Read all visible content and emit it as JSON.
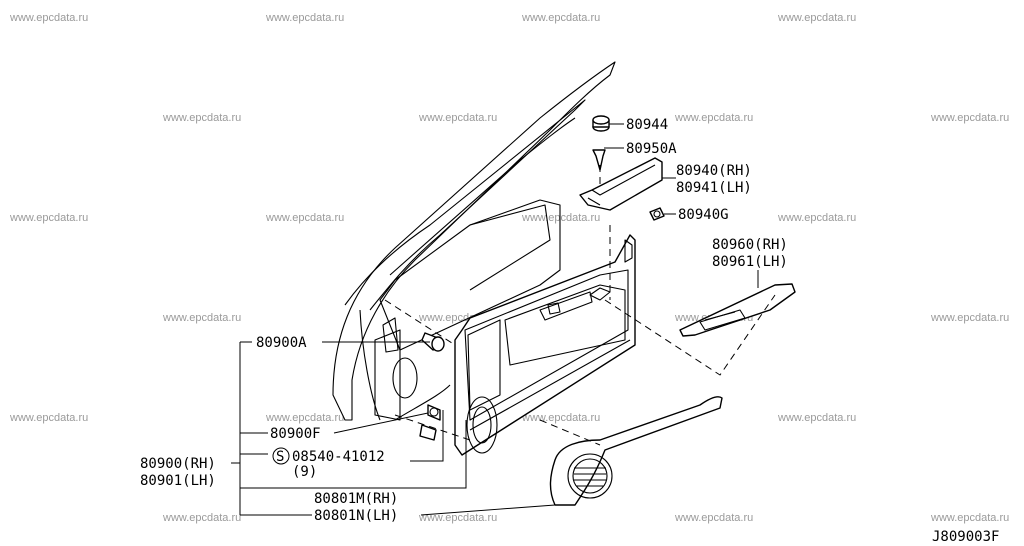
{
  "watermark": "www.epcdata.ru",
  "labels": {
    "p80944": "80944",
    "p80950a": "80950A",
    "p80940_rh": "80940(RH)",
    "p80941_lh": "80941(LH)",
    "p80940g": "80940G",
    "p80960_rh": "80960(RH)",
    "p80961_lh": "80961(LH)",
    "p80900a": "80900A",
    "p80900f": "80900F",
    "screw_symbol": "S",
    "screw_part": "08540-41012",
    "screw_qty": "(9)",
    "p80900_rh": "80900(RH)",
    "p80901_lh": "80901(LH)",
    "p80801m_rh": "80801M(RH)",
    "p80801n_lh": "80801N(LH)"
  },
  "diagram_ref": "J809003F"
}
